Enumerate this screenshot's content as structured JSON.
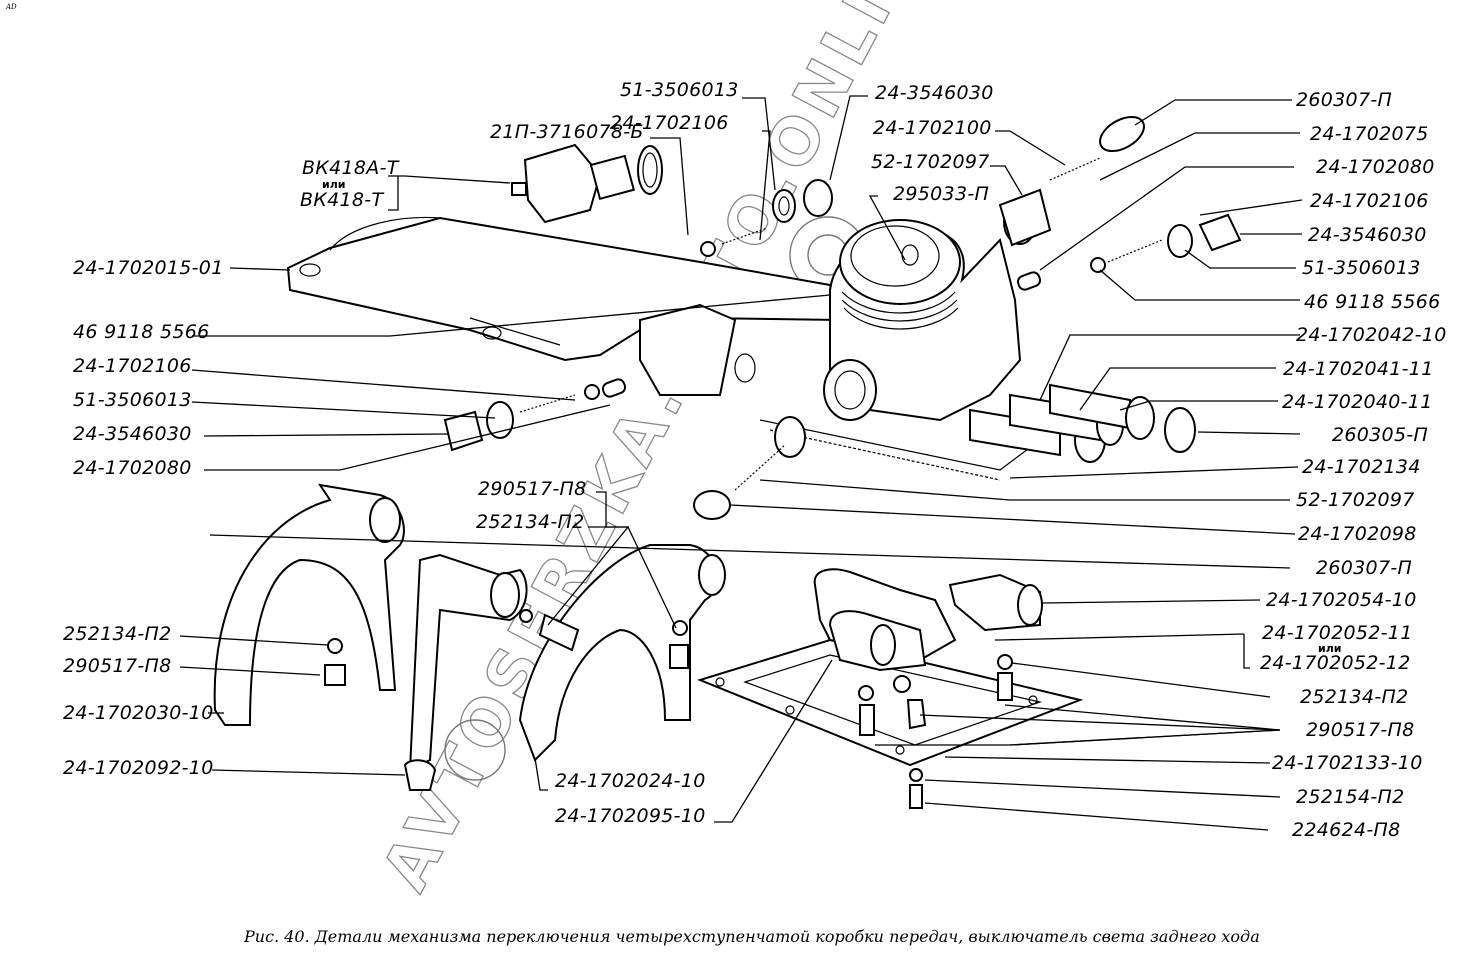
{
  "figure": {
    "corner_mark": "AD",
    "caption": "Рис. 40. Детали механизма переключения четырехступенчатой коробки передач, выключатель света заднего хода",
    "watermark": "AVTOSERZKA.AVTO.ONLINE",
    "or_word": "или"
  },
  "labels": {
    "top": [
      {
        "id": "t1",
        "text": "51-3506013"
      },
      {
        "id": "t2",
        "text": "24-1702106"
      },
      {
        "id": "t3",
        "text": "21П-3716078-Б"
      },
      {
        "id": "t4a",
        "text": "ВК418А-Т"
      },
      {
        "id": "t4b",
        "text": "ВК418-Т"
      },
      {
        "id": "t5",
        "text": "24-3546030"
      },
      {
        "id": "t6",
        "text": "24-1702100"
      },
      {
        "id": "t7",
        "text": "52-1702097"
      },
      {
        "id": "t8",
        "text": "295033-П"
      }
    ],
    "left": [
      {
        "id": "l1",
        "text": "24-1702015-01"
      },
      {
        "id": "l2",
        "text": "46 9118 5566"
      },
      {
        "id": "l3",
        "text": "24-1702106"
      },
      {
        "id": "l4",
        "text": "51-3506013"
      },
      {
        "id": "l5",
        "text": "24-3546030"
      },
      {
        "id": "l6",
        "text": "24-1702080"
      },
      {
        "id": "l7",
        "text": "252134-П2"
      },
      {
        "id": "l8",
        "text": "290517-П8"
      },
      {
        "id": "l9",
        "text": "24-1702030-10"
      },
      {
        "id": "l10",
        "text": "24-1702092-10"
      }
    ],
    "middle": [
      {
        "id": "m1",
        "text": "290517-П8"
      },
      {
        "id": "m2",
        "text": "252134-П2"
      },
      {
        "id": "m3",
        "text": "24-1702024-10"
      },
      {
        "id": "m4",
        "text": "24-1702095-10"
      }
    ],
    "right": [
      {
        "id": "r1",
        "text": "260307-П"
      },
      {
        "id": "r2",
        "text": "24-1702075"
      },
      {
        "id": "r3",
        "text": "24-1702080"
      },
      {
        "id": "r4",
        "text": "24-1702106"
      },
      {
        "id": "r5",
        "text": "24-3546030"
      },
      {
        "id": "r6",
        "text": "51-3506013"
      },
      {
        "id": "r7",
        "text": "46 9118 5566"
      },
      {
        "id": "r8",
        "text": "24-1702042-10"
      },
      {
        "id": "r9",
        "text": "24-1702041-11"
      },
      {
        "id": "r10",
        "text": "24-1702040-11"
      },
      {
        "id": "r11",
        "text": "260305-П"
      },
      {
        "id": "r12",
        "text": "24-1702134"
      },
      {
        "id": "r13",
        "text": "52-1702097"
      },
      {
        "id": "r14",
        "text": "24-1702098"
      },
      {
        "id": "r15",
        "text": "260307-П"
      },
      {
        "id": "r16",
        "text": "24-1702054-10"
      },
      {
        "id": "r17a",
        "text": "24-1702052-11"
      },
      {
        "id": "r17b",
        "text": "24-1702052-12"
      },
      {
        "id": "r18",
        "text": "252134-П2"
      },
      {
        "id": "r19",
        "text": "290517-П8"
      },
      {
        "id": "r20",
        "text": "24-1702133-10"
      },
      {
        "id": "r21",
        "text": "252154-П2"
      },
      {
        "id": "r22",
        "text": "224624-П8"
      }
    ]
  }
}
